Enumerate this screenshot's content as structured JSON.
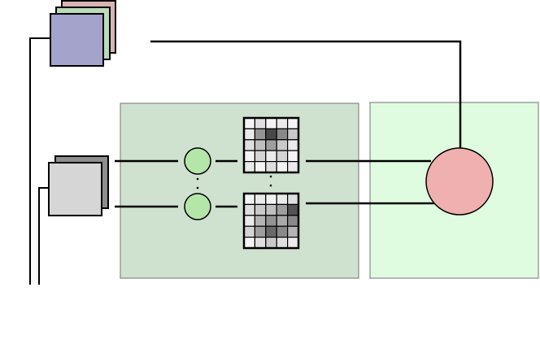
{
  "colors": {
    "background": "#ffffff",
    "stack_back": "#d8b5b5",
    "stack_mid": "#b9dbb9",
    "stack_front": "#a3a3cc",
    "gray_stack_back": "#8e8e8e",
    "gray_stack_front": "#d6d6d6",
    "processing_panel": "#cfe1cf",
    "fusion_panel": "#e0fce0",
    "node_fill": "#b3e6a8",
    "output_fill": "#f0b0b0",
    "stroke": "#000000",
    "panel_border": "#888888"
  },
  "grids": [
    {
      "name": "upper-grid",
      "cells": [
        [
          0.05,
          0.15,
          0.05,
          0.1,
          0.05
        ],
        [
          0.1,
          0.5,
          0.85,
          0.55,
          0.25
        ],
        [
          0.15,
          0.3,
          0.45,
          0.25,
          0.1
        ],
        [
          0.05,
          0.2,
          0.1,
          0.2,
          0.05
        ],
        [
          0.1,
          0.05,
          0.15,
          0.05,
          0.1
        ]
      ]
    },
    {
      "name": "lower-grid",
      "cells": [
        [
          0.05,
          0.1,
          0.05,
          0.1,
          0.15
        ],
        [
          0.15,
          0.25,
          0.3,
          0.45,
          0.8
        ],
        [
          0.1,
          0.35,
          0.5,
          0.4,
          0.55
        ],
        [
          0.2,
          0.45,
          0.7,
          0.55,
          0.35
        ],
        [
          0.05,
          0.15,
          0.25,
          0.15,
          0.1
        ]
      ]
    }
  ]
}
